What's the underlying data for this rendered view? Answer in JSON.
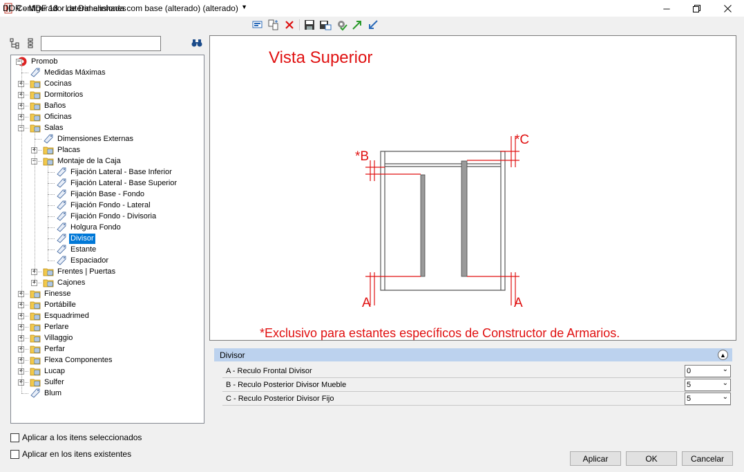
{
  "window": {
    "title": "Configurador de Dimensiones",
    "minimize_icon": "minimize-icon",
    "restore_icon": "restore-icon",
    "close_icon": "close-icon"
  },
  "toolbar": {
    "selected_config": "DOR - MDF 18 - Lateral alinhada com base (alterado) (alterado)",
    "icons": [
      "new-config-icon",
      "copy-config-icon",
      "delete-icon",
      "save-icon",
      "save-as-icon",
      "validate-icon",
      "import-icon",
      "export-icon"
    ]
  },
  "search": {
    "value": "",
    "placeholder": ""
  },
  "tree": {
    "root": "Promob",
    "items": [
      {
        "label": "Medidas Máximas",
        "type": "tag"
      },
      {
        "label": "Cocinas",
        "type": "folder"
      },
      {
        "label": "Dormitorios",
        "type": "folder"
      },
      {
        "label": "Baños",
        "type": "folder"
      },
      {
        "label": "Oficinas",
        "type": "folder"
      },
      {
        "label": "Salas",
        "type": "folder",
        "expanded": true
      },
      {
        "label": "Dimensiones Externas",
        "type": "tag"
      },
      {
        "label": "Placas",
        "type": "folder"
      },
      {
        "label": "Montaje de la Caja",
        "type": "folder",
        "expanded": true
      },
      {
        "label": "Fijación Lateral - Base Inferior",
        "type": "tag"
      },
      {
        "label": "Fijación Lateral - Base Superior",
        "type": "tag"
      },
      {
        "label": " Fijación Base - Fondo",
        "type": "tag"
      },
      {
        "label": "Fijación Fondo - Lateral",
        "type": "tag"
      },
      {
        "label": "Fijación Fondo - Divisoria",
        "type": "tag"
      },
      {
        "label": "Holgura Fondo",
        "type": "tag"
      },
      {
        "label": "Divisor",
        "type": "tag",
        "selected": true
      },
      {
        "label": "Estante",
        "type": "tag"
      },
      {
        "label": "Espaciador",
        "type": "tag"
      },
      {
        "label": "Frentes | Puertas",
        "type": "folder"
      },
      {
        "label": "Cajones",
        "type": "folder"
      },
      {
        "label": "Finesse",
        "type": "folder"
      },
      {
        "label": "Portábille",
        "type": "folder"
      },
      {
        "label": "Esquadrimed",
        "type": "folder"
      },
      {
        "label": "Perlare",
        "type": "folder"
      },
      {
        "label": "Villaggio",
        "type": "folder"
      },
      {
        "label": "Perfar",
        "type": "folder"
      },
      {
        "label": "Flexa Componentes",
        "type": "folder"
      },
      {
        "label": "Lucap",
        "type": "folder"
      },
      {
        "label": "Sulfer",
        "type": "folder"
      },
      {
        "label": "Blum",
        "type": "tag"
      }
    ]
  },
  "options": {
    "apply_selected": "Aplicar a los itens seleccionados",
    "apply_existing": "Aplicar en los itens existentes"
  },
  "preview": {
    "title": "Vista Superior",
    "label_a": "A",
    "label_b": "*B",
    "label_c": "*C",
    "note": "*Exclusivo para estantes específicos de Constructor de Armarios.",
    "accent": "#e01010"
  },
  "properties": {
    "section": "Divisor",
    "rows": [
      {
        "label": "A - Reculo Frontal Divisor",
        "value": "0"
      },
      {
        "label": "B - Reculo Posterior Divisor Mueble",
        "value": "5"
      },
      {
        "label": "C - Reculo Posterior Divisor Fijo",
        "value": "5"
      }
    ]
  },
  "buttons": {
    "apply": "Aplicar",
    "ok": "OK",
    "cancel": "Cancelar"
  }
}
